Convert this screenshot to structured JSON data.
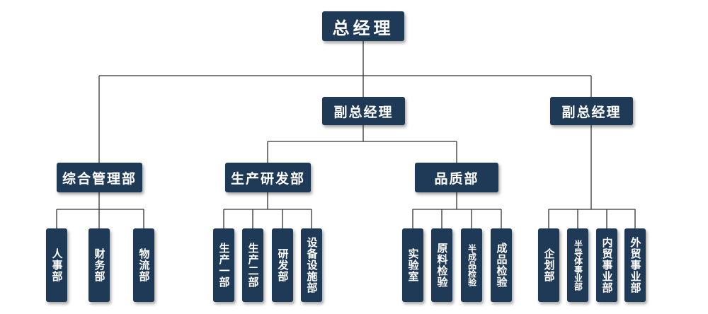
{
  "org": {
    "gm": "总经理",
    "vp1": "副总经理",
    "vp2": "副总经理",
    "dept_admin": "综合管理部",
    "dept_rnd": "生产研发部",
    "dept_quality": "品质部",
    "admin_subs": [
      "人事部",
      "财务部",
      "物流部"
    ],
    "rnd_subs": [
      "生产一部",
      "生产二部",
      "研发部",
      "设备设施部"
    ],
    "quality_subs": [
      "实验室",
      "原料检验",
      "半成品检验",
      "成品检验"
    ],
    "vp2_subs": [
      "企划部",
      "半导体事业部",
      "内贸事业部",
      "外贸事业部"
    ]
  },
  "colors": {
    "box": "#1f3a57",
    "text": "#ffffff",
    "line": "#333333"
  }
}
